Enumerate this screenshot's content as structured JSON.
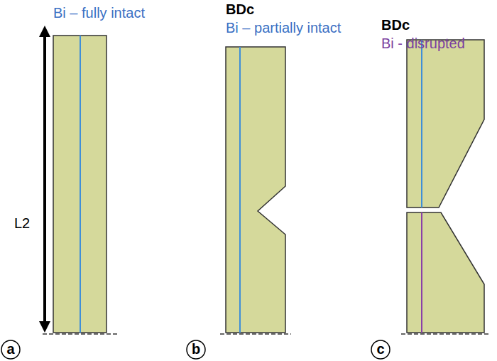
{
  "diagram": {
    "labels": [
      "Bi – fully intact",
      "BDc",
      "Bi – partially intact",
      "BDc",
      "Bi - disrupted",
      "L2",
      "a",
      "b",
      "c"
    ]
  }
}
